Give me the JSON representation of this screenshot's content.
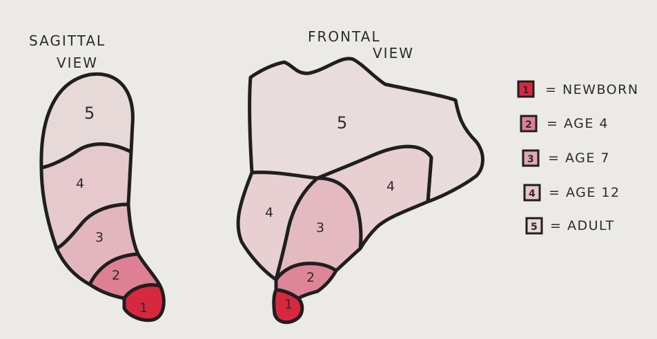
{
  "sagittal": {
    "title_line1": "SAGITTAL",
    "title_line2": "VIEW",
    "regions": [
      {
        "label": "5",
        "color": "#e8d9d9"
      },
      {
        "label": "4",
        "color": "#e6c9cc"
      },
      {
        "label": "3",
        "color": "#e3b5bd"
      },
      {
        "label": "2",
        "color": "#de7f94"
      },
      {
        "label": "1",
        "color": "#d8283f"
      }
    ]
  },
  "frontal": {
    "title_line1": "FRONTAL",
    "title_line2": "VIEW",
    "regions": [
      {
        "label": "5",
        "color": "#e9dcdc"
      },
      {
        "label": "4",
        "color": "#e8cfd1"
      },
      {
        "label": "4",
        "color": "#e8cfd1"
      },
      {
        "label": "3",
        "color": "#e4b9c0"
      },
      {
        "label": "2",
        "color": "#df8598"
      },
      {
        "label": "1",
        "color": "#d8283f"
      }
    ]
  },
  "legend": [
    {
      "num": "1",
      "text": "= NEWBORN",
      "color": "#d8283f"
    },
    {
      "num": "2",
      "text": "= AGE 4",
      "color": "#df7f94"
    },
    {
      "num": "3",
      "text": "= AGE 7",
      "color": "#e2a7b4"
    },
    {
      "num": "4",
      "text": "= AGE 12",
      "color": "#e7c4ca"
    },
    {
      "num": "5",
      "text": "= ADULT",
      "color": "#e9d8d8"
    }
  ],
  "colors": {
    "outline": "#1f1f1f",
    "paper": "#eceae6"
  }
}
